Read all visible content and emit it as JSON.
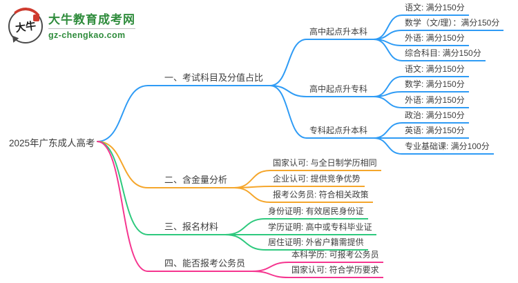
{
  "logo": {
    "icon_text": "大牛",
    "brand": "大牛教育成考网",
    "domain": "gz-chengkao.com"
  },
  "root_label": "2025年广东成人高考",
  "colors": {
    "branch1_blue": "#2E9BF5",
    "branch2_orange": "#F5A62B",
    "branch3_green": "#2DC97D",
    "branch4_pink": "#F5358F"
  },
  "branches": [
    {
      "label": "一、考试科目及分值占比",
      "color": "#2E9BF5",
      "children": [
        {
          "label": "高中起点升本科",
          "children": [
            {
              "label": "语文: 满分150分"
            },
            {
              "label": "数学（文/理）：满分150分"
            },
            {
              "label": "外语: 满分150分"
            },
            {
              "label": "综合科目: 满分150分"
            }
          ]
        },
        {
          "label": "高中起点升专科",
          "children": [
            {
              "label": "语文: 满分150分"
            },
            {
              "label": "数学: 满分150分"
            },
            {
              "label": "外语: 满分150分"
            }
          ]
        },
        {
          "label": "专科起点升本科",
          "children": [
            {
              "label": "政治: 满分150分"
            },
            {
              "label": "英语: 满分150分"
            },
            {
              "label": "专业基础课: 满分100分"
            }
          ]
        }
      ]
    },
    {
      "label": "二、含金量分析",
      "color": "#F5A62B",
      "children": [
        {
          "label": "国家认可: 与全日制学历相同"
        },
        {
          "label": "企业认可: 提供竞争优势"
        },
        {
          "label": "报考公务员: 符合相关政策"
        }
      ]
    },
    {
      "label": "三、报名材料",
      "color": "#2DC97D",
      "children": [
        {
          "label": "身份证明: 有效居民身份证"
        },
        {
          "label": "学历证明: 高中或专科毕业证"
        },
        {
          "label": "居住证明: 外省户籍需提供"
        }
      ]
    },
    {
      "label": "四、能否报考公务员",
      "color": "#F5358F",
      "children": [
        {
          "label": "本科学历: 可报考公务员"
        },
        {
          "label": "国家认可: 符合学历要求"
        }
      ]
    }
  ]
}
